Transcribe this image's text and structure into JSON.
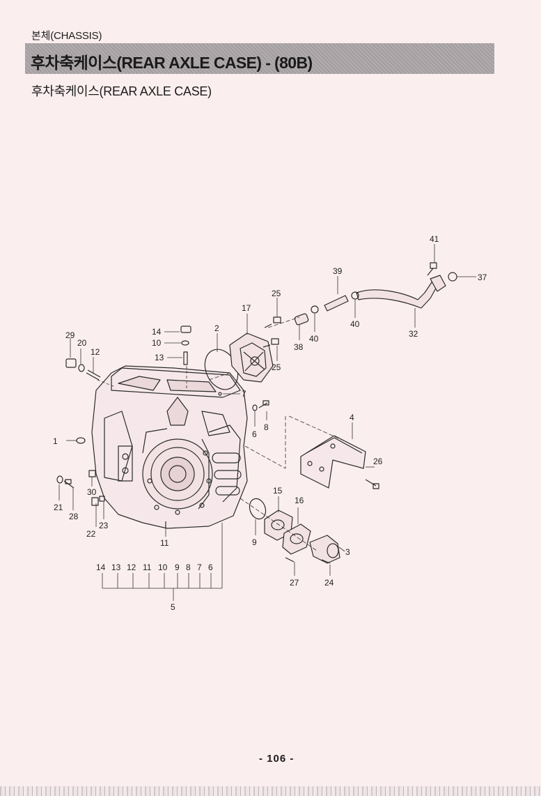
{
  "header": {
    "section": "본체(CHASSIS)",
    "banner_title": "후차축케이스(REAR AXLE CASE) - (80B)",
    "subtitle": "후차축케이스(REAR AXLE CASE)"
  },
  "callouts": {
    "c1": "1",
    "c2": "2",
    "c3": "3",
    "c4": "4",
    "c5": "5",
    "c6": "6",
    "c7": "7",
    "c8": "8",
    "c9": "9",
    "c11": "11",
    "c12": "12",
    "c13": "13",
    "c14": "14",
    "c10": "10",
    "c15": "15",
    "c16": "16",
    "c17": "17",
    "c20": "20",
    "c21": "21",
    "c22": "22",
    "c23": "23",
    "c24": "24",
    "c25a": "25",
    "c25b": "25",
    "c26": "26",
    "c27": "27",
    "c28": "28",
    "c29": "29",
    "c30": "30",
    "c32": "32",
    "c37": "37",
    "c38": "38",
    "c39": "39",
    "c40a": "40",
    "c40b": "40",
    "c41": "41"
  },
  "group_label_5": [
    "14",
    "13",
    "12",
    "11",
    "10",
    "9",
    "8",
    "7",
    "6"
  ],
  "footer": {
    "page_number": "- 106 -"
  }
}
